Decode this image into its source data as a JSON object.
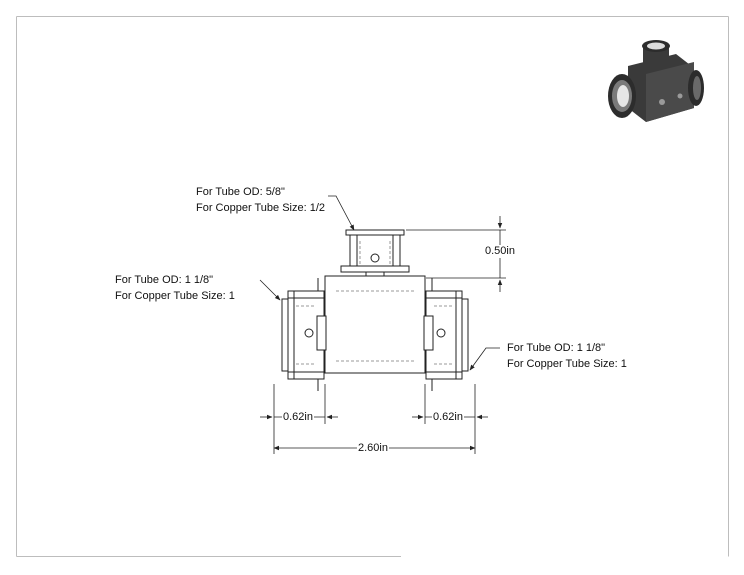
{
  "callouts": {
    "top": {
      "line1": "For Tube OD: 5/8\"",
      "line2": "For Copper Tube Size: 1/2"
    },
    "left": {
      "line1": "For Tube OD: 1 1/8\"",
      "line2": "For Copper Tube Size: 1"
    },
    "right": {
      "line1": "For Tube OD: 1 1/8\"",
      "line2": "For Copper Tube Size: 1"
    }
  },
  "dimensions": {
    "branch_height": "0.50in",
    "left_socket": "0.62in",
    "right_socket": "0.62in",
    "overall_length": "2.60in"
  },
  "colors": {
    "line": "#222222",
    "hidden_line": "#9a9a9a",
    "body_dark": "#3a3a3a",
    "border": "#cccccc"
  },
  "icons": {
    "iso_view": "tee-fitting-isometric-icon"
  }
}
